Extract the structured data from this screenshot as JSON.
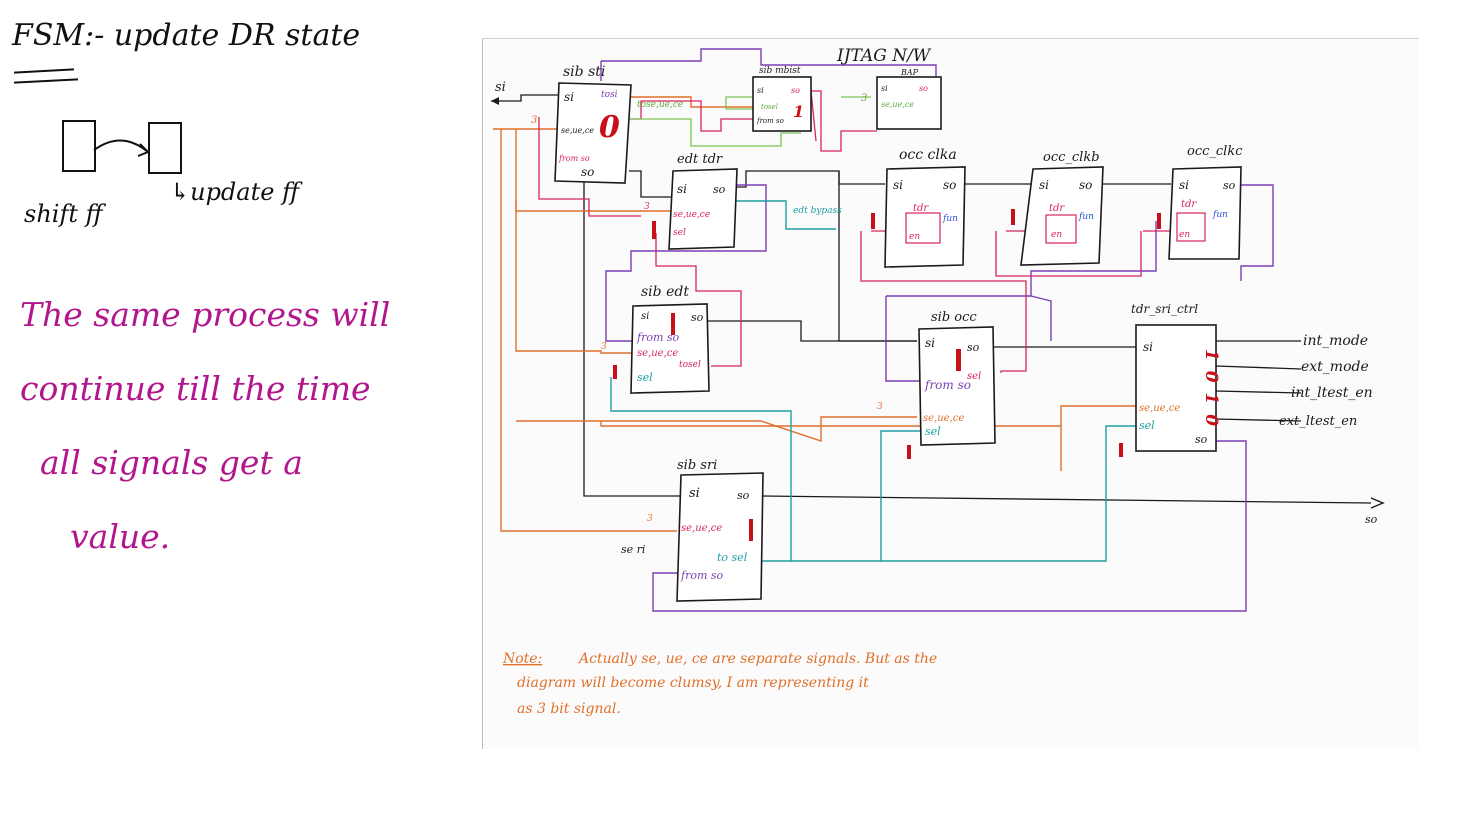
{
  "left_notes": {
    "fsm_title": "FSM:- update DR state",
    "shift_ff_label": "shift ff",
    "update_ff_label": "↳update ff",
    "note_lines": [
      "The same process will",
      "continue till the time",
      "all signals get a",
      "value."
    ]
  },
  "diagram": {
    "title": "IJTAG N/W",
    "si_input_label": "si",
    "so_output_label": "so",
    "bus_width": "3",
    "note_label": "Note:",
    "note_line1": "Actually se, ue, ce are separate signals. But as the",
    "note_line2": "diagram will become clumsy, I am representing it",
    "note_line3": "as 3 bit signal.",
    "blocks": {
      "sib_sti": {
        "title": "sib sti",
        "si": "si",
        "so": "so",
        "tosi": "tosi",
        "seuece": "se,ue,ce",
        "fromso": "from so",
        "value": "0"
      },
      "sib_mbist": {
        "title": "sib mbist",
        "si": "si",
        "so": "so",
        "tosel": "tosel",
        "fromso": "from so",
        "value": "1"
      },
      "bap": {
        "title": "BAP",
        "si": "si",
        "so": "so",
        "seuece": "se,ue,ce"
      },
      "bap_left_bus": "tose,ue,ce",
      "edt_tdr": {
        "title": "edt tdr",
        "si": "si",
        "so": "so",
        "seuece": "se,ue,ce",
        "sel": "sel",
        "bypass": "edt bypass",
        "value": "1"
      },
      "occ_clka": {
        "title": "occ clka",
        "si": "si",
        "so": "so",
        "tdr": "tdr",
        "fun": "fun",
        "en": "en",
        "value": "1"
      },
      "occ_clkb": {
        "title": "occ_clkb",
        "si": "si",
        "so": "so",
        "tdr": "tdr",
        "fun": "fun",
        "en": "en",
        "value": "1"
      },
      "occ_clkc": {
        "title": "occ_clkc",
        "si": "si",
        "so": "so",
        "tdr": "tdr",
        "fun": "fun",
        "en": "en",
        "value": "1"
      },
      "sib_edt": {
        "title": "sib edt",
        "si": "si",
        "so": "so",
        "fromso": "from so",
        "seuece": "se,ue,ce",
        "tosel": "tosel",
        "sel": "sel",
        "value": "1",
        "sel_value": "1"
      },
      "sib_occ": {
        "title": "sib occ",
        "si": "si",
        "so": "so",
        "sel_out": "sel",
        "fromso": "from so",
        "seuece": "se,ue,ce",
        "sel": "sel",
        "value": "1",
        "sel_value": "1"
      },
      "tdr_sri_ctrl": {
        "title": "tdr_sri_ctrl",
        "si": "si",
        "so": "so",
        "seuece": "se,ue,ce",
        "sel": "sel",
        "bits": "1 0 1 0",
        "sel_value": "1"
      },
      "sib_sri": {
        "title": "sib sri",
        "si": "si",
        "so": "so",
        "seuece": "se,ue,ce",
        "tosel": "to sel",
        "fromso": "from so",
        "value": "1",
        "side_label": "se ri"
      }
    },
    "outputs": [
      "int_mode",
      "ext_mode",
      "int_ltest_en",
      "ext_ltest_en"
    ]
  },
  "colors": {
    "black": "#1a1a1a",
    "orange": "#e0702a",
    "purple": "#7a3fb5",
    "crimson": "#d6245c",
    "teal": "#1f9ea3",
    "green": "#7cc45a",
    "blue": "#2b4fd6",
    "red": "#c8101a",
    "magenta": "#b2168c"
  }
}
